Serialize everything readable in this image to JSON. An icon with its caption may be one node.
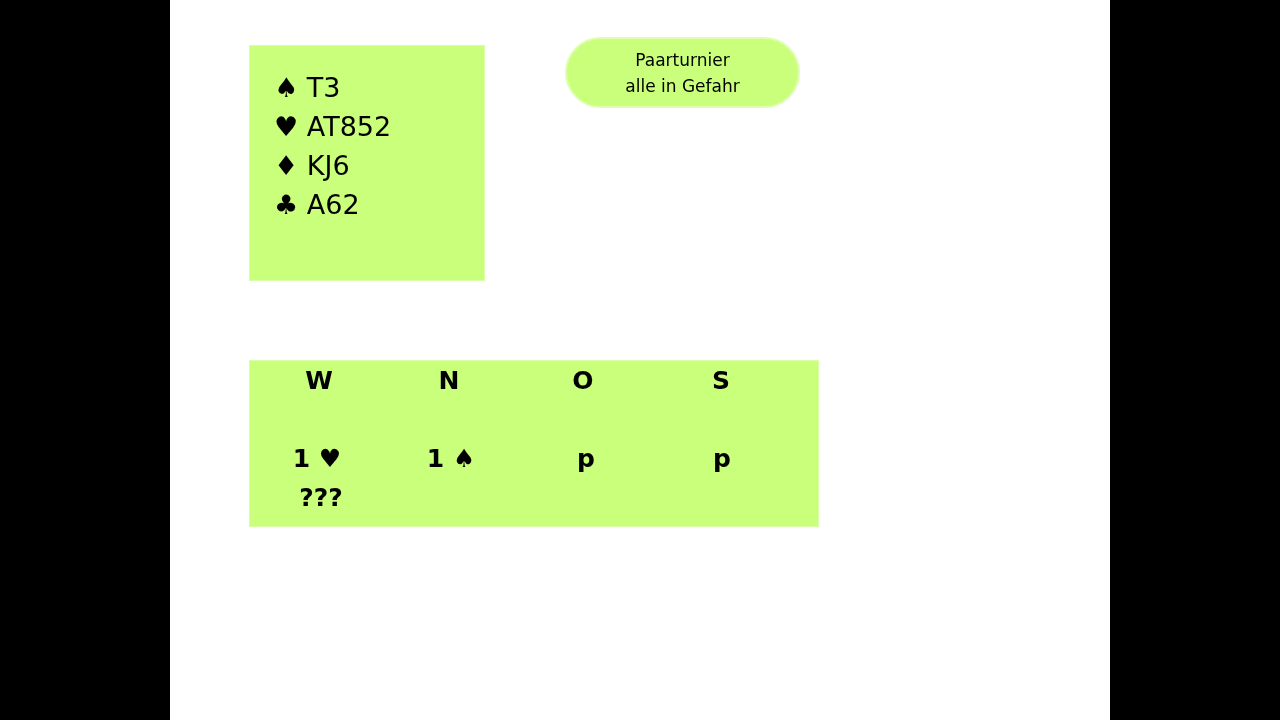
{
  "diagram": {
    "nodes": [
      {
        "text": [
          "♠ T3",
          "♥ AT852",
          "♦ KJ6",
          "♣ A62"
        ]
      },
      {
        "text": [
          "Paarturnier alle in Gefahr"
        ]
      },
      {
        "text": [
          "W",
          "N",
          "O",
          "S",
          "1 ♥",
          "1 ♠",
          "p",
          "p",
          "???"
        ]
      }
    ]
  }
}
